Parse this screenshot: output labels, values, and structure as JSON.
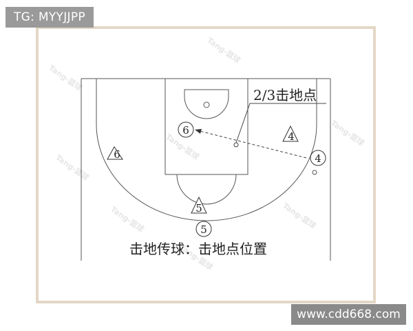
{
  "badges": {
    "top_left": "TG: MYYJJPP",
    "bottom_right": "www.cdd668.com"
  },
  "diagram": {
    "callout_label": "2/3击地点",
    "caption": "击地传球：击地点位置",
    "watermark": "Tang-篮球",
    "players": {
      "p6_circle": "6",
      "p6_triangle": "6",
      "p4_triangle": "4",
      "p4_circle": "4",
      "p5_triangle": "5",
      "p5_circle": "5"
    }
  },
  "colors": {
    "frame": "#e4d7c6",
    "lines": "#555555",
    "badge_bg": "#9a9a9a"
  }
}
